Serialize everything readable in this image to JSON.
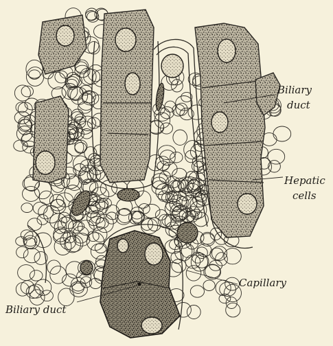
{
  "figure": {
    "labels": {
      "biliary_duct_right": [
        "Biliary",
        "duct"
      ],
      "hepatic_cells": [
        "Hepatic",
        "cells"
      ],
      "capillary": "Capillary",
      "biliary_duct_bottom": "Biliary duct"
    },
    "colors": {
      "paper": "#f6f1dc",
      "ink": "#2a2722"
    }
  }
}
